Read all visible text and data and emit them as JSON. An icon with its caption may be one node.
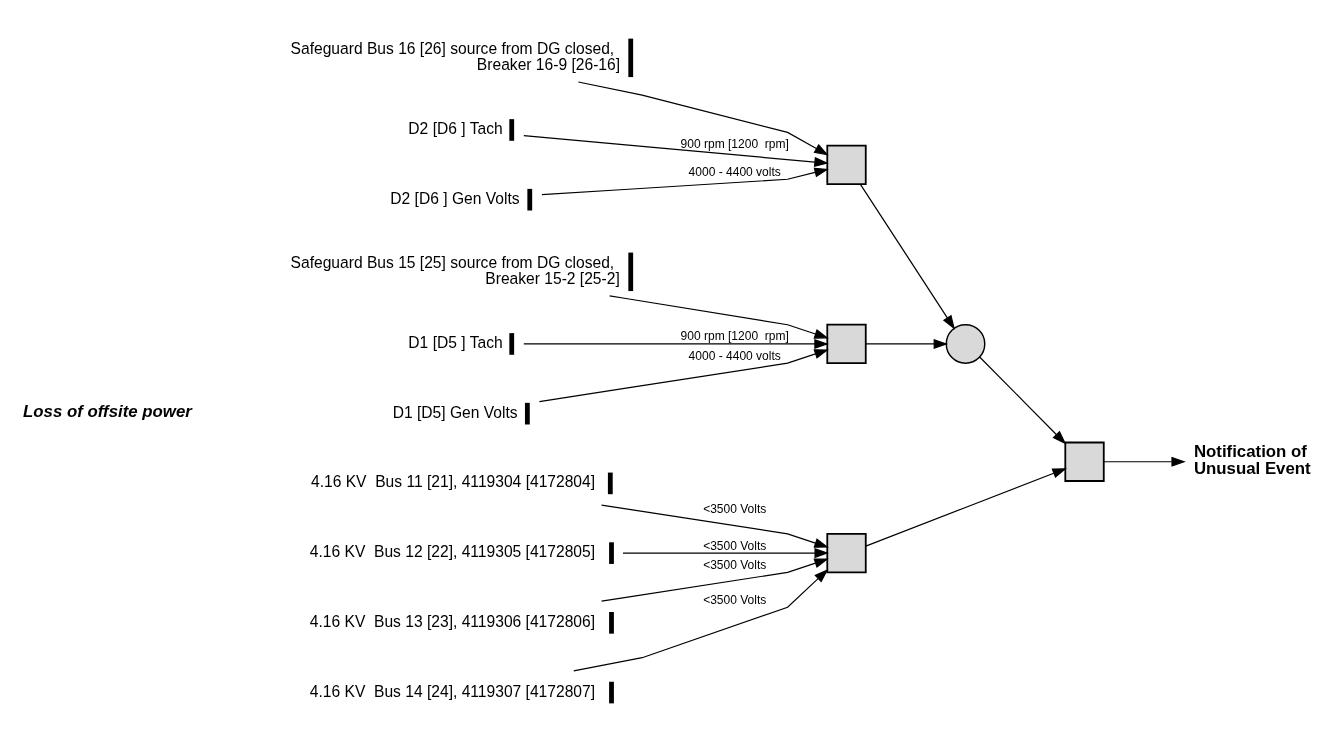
{
  "diagram": {
    "nodes": [
      {
        "text": [
          "4.16 KV  Bus 11 [21], 4119304 [4172804]"
        ]
      },
      {
        "text": [
          "4.16 KV  Bus 12 [22], 4119305 [4172805]"
        ]
      },
      {
        "text": [
          "4.16 KV  Bus 13 [23], 4119306 [4172806]"
        ]
      },
      {
        "text": [
          "4.16 KV  Bus 14 [24], 4119307 [4172807]"
        ]
      },
      {
        "text": [
          "D1 [D5 ] Tach"
        ]
      },
      {
        "text": [
          "D1 [D5] Gen Volts"
        ]
      },
      {
        "text": [
          "Safeguard Bus 15 [25] source from DG closed, Breaker 15-2 [25-2]"
        ]
      },
      {
        "text": [
          "D2 [D6 ] Tach"
        ]
      },
      {
        "text": [
          "D2 [D6 ] Gen Volts"
        ]
      },
      {
        "text": [
          "Safeguard Bus 16 [26] source from DG closed, Breaker 16-9 [26-16]"
        ]
      },
      {
        "text": [],
        "shape": "box"
      },
      {
        "text": [],
        "shape": "box"
      },
      {
        "text": [],
        "shape": "box"
      },
      {
        "text": [],
        "shape": "circle"
      },
      {
        "text": [],
        "shape": "box"
      },
      {
        "text": [
          "Notification of Unusual Event"
        ]
      }
    ],
    "edges": [
      {
        "from": 0,
        "to": 10,
        "arrow": "to",
        "label": "<3500 Volts"
      },
      {
        "from": 1,
        "to": 10,
        "arrow": "to",
        "label": "<3500 Volts"
      },
      {
        "from": 2,
        "to": 10,
        "arrow": "to",
        "label": "<3500 Volts"
      },
      {
        "from": 3,
        "to": 10,
        "arrow": "to",
        "label": "<3500 Volts"
      },
      {
        "from": 4,
        "to": 11,
        "arrow": "to",
        "label": "900 rpm [1200  rpm]"
      },
      {
        "from": 5,
        "to": 11,
        "arrow": "to",
        "label": "4000 - 4400 volts"
      },
      {
        "from": 6,
        "to": 11,
        "arrow": "to"
      },
      {
        "from": 7,
        "to": 12,
        "arrow": "to",
        "label": "900 rpm [1200  rpm]"
      },
      {
        "from": 8,
        "to": 12,
        "arrow": "to",
        "label": "4000 - 4400 volts"
      },
      {
        "from": 9,
        "to": 12,
        "arrow": "to"
      },
      {
        "from": 10,
        "to": 14,
        "arrow": "to"
      },
      {
        "from": 11,
        "to": 13,
        "arrow": "to"
      },
      {
        "from": 12,
        "to": 13,
        "arrow": "to"
      },
      {
        "from": 13,
        "to": 14,
        "arrow": "to"
      },
      {
        "from": 14,
        "to": 15,
        "arrow": "to"
      }
    ],
    "labels": [
      "Loss of offsite power"
    ]
  }
}
